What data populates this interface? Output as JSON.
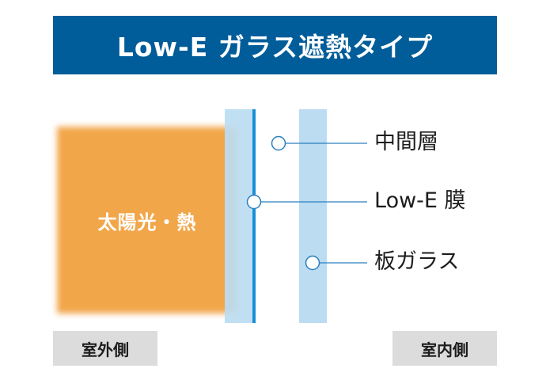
{
  "title": "Low-E ガラス遮熱タイプ",
  "sun_label": "太陽光・熱",
  "callouts": [
    {
      "label": "中間層"
    },
    {
      "label": "Low-E 膜"
    },
    {
      "label": "板ガラス"
    }
  ],
  "sides": {
    "outdoor": "室外側",
    "indoor": "室内側"
  },
  "colors": {
    "title_bg": "#005d99",
    "sun": "#f2a64a",
    "glass": "#bcdcf2",
    "lowe_film": "#1a8fd8",
    "leader_line": "#2a7fbf",
    "side_label_bg": "#dcdcdc"
  }
}
